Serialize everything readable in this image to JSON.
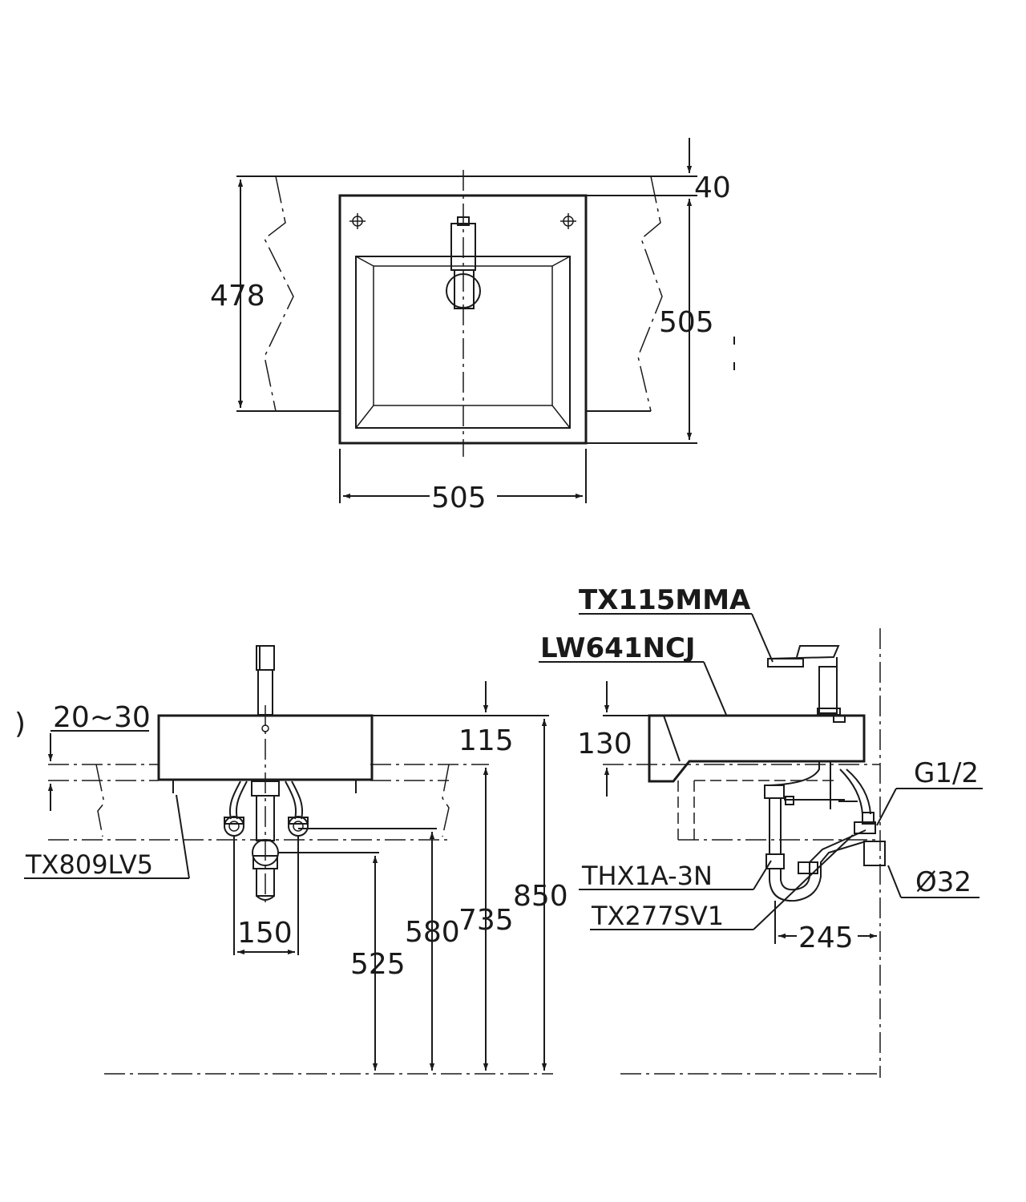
{
  "plan_view": {
    "dim_top_offset": "40",
    "dim_wall_height": "478",
    "dim_depth": "505",
    "dim_width": "505"
  },
  "front_view": {
    "dim_adjust": "20~30",
    "dim_basin_height": "115",
    "dim_outlet_spacing": "150",
    "dim_valve_height": "525",
    "dim_support_height": "580",
    "dim_underside_height": "735",
    "dim_rim_height": "850",
    "label_valve": "TX809LV5"
  },
  "side_view": {
    "label_faucet": "TX115MMA",
    "label_basin": "LW641NCJ",
    "dim_basin_height": "130",
    "label_thread": "G1/2",
    "label_waste": "THX1A-3N",
    "label_trap": "TX277SV1",
    "dim_pipe_dia": "Ø32",
    "dim_wall_offset": "245"
  }
}
